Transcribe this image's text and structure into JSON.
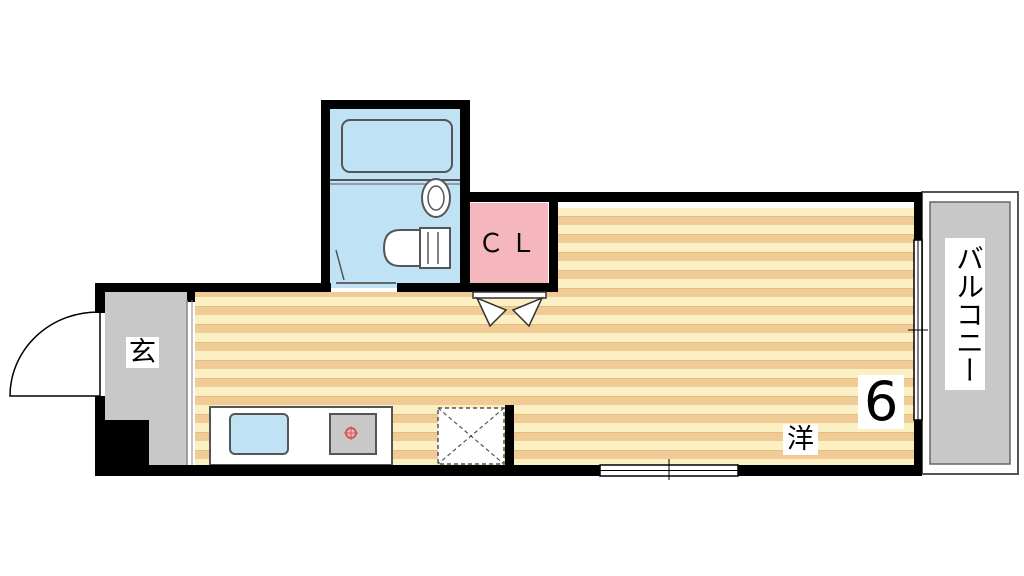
{
  "colors": {
    "wall": "#000000",
    "floor_stripe_a": "#f1cb95",
    "floor_stripe_b": "#fbefc4",
    "bath": "#bfe3f5",
    "closet": "#f5b6be",
    "entrance": "#c8c8c8",
    "balcony": "#c8c8c8"
  },
  "labels": {
    "genkan": "玄",
    "closet": "ＣＬ",
    "western_room": "洋",
    "room_size": "6",
    "balcony": "バルコニー"
  },
  "icons": {
    "stove": "stove-icon",
    "sink": "sink-icon",
    "toilet": "toilet-icon",
    "bathtub": "bathtub-icon"
  }
}
